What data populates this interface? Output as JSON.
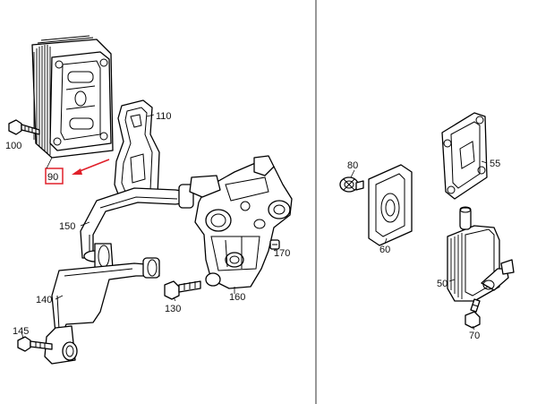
{
  "labels": {
    "p90": "90",
    "p100": "100",
    "p110": "110",
    "p150": "150",
    "p140": "140",
    "p145": "145",
    "p130": "130",
    "p160": "160",
    "p170": "170",
    "p80": "80",
    "p60": "60",
    "p55": "55",
    "p50": "50",
    "p70": "70"
  },
  "colors": {
    "highlight": "#e0202a",
    "line": "#000000",
    "background": "#ffffff",
    "divider": "#555555"
  }
}
